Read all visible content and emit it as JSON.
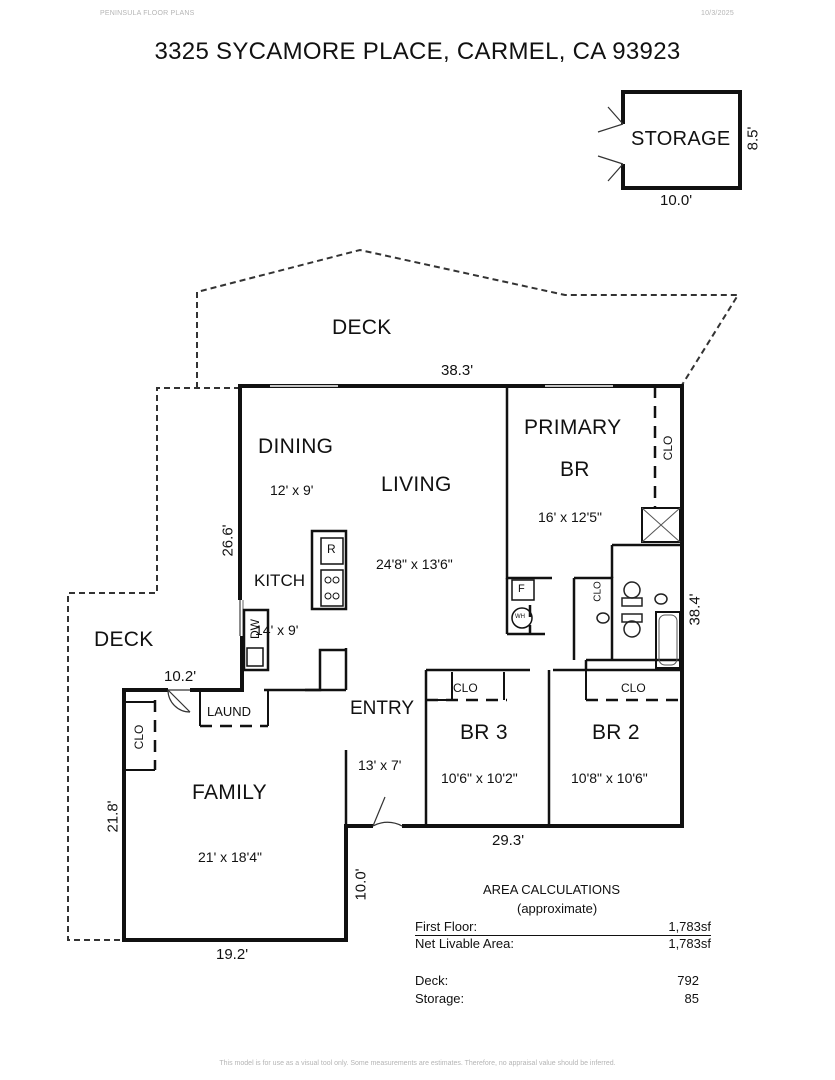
{
  "header": {
    "brand": "PENINSULA FLOOR PLANS",
    "date": "10/3/2025",
    "address": "3325 SYCAMORE PLACE, CARMEL, CA 93923"
  },
  "rooms": {
    "storage": {
      "name": "STORAGE",
      "width": "10.0'",
      "depth": "8.5'"
    },
    "deck_top": "DECK",
    "deck_left": "DECK",
    "dining": {
      "name": "DINING",
      "size": "12' x 9'"
    },
    "living": {
      "name": "LIVING",
      "size": "24'8\" x 13'6\""
    },
    "primary": {
      "name_line1": "PRIMARY",
      "name_line2": "BR",
      "size": "16' x 12'5\""
    },
    "kitchen": {
      "name": "KITCH",
      "size": "14' x 9'"
    },
    "entry": {
      "name": "ENTRY",
      "size": "13' x 7'"
    },
    "br3": {
      "name": "BR 3",
      "size": "10'6\" x 10'2\""
    },
    "br2": {
      "name": "BR 2",
      "size": "10'8\" x 10'6\""
    },
    "family": {
      "name": "FAMILY",
      "size": "21' x 18'4\""
    },
    "laundry": "LAUND"
  },
  "fixtures": {
    "clo": "CLO",
    "dw": "DW",
    "fridge": "R",
    "furnace": "F",
    "water_heater": "WH"
  },
  "dimensions": {
    "top": "38.3'",
    "left_main": "26.6'",
    "right_main": "38.4'",
    "laund_wall": "10.2'",
    "family_side": "21.8'",
    "bottom_right": "29.3'",
    "family_bottom": "19.2'",
    "entry_side": "10.0'"
  },
  "area": {
    "title": "AREA CALCULATIONS",
    "subtitle": "(approximate)",
    "rows": [
      {
        "label": "First  Floor:",
        "value": "1,783sf"
      },
      {
        "label": "Net Livable Area:",
        "value": "1,783sf"
      },
      {
        "label": "Deck:",
        "value": "792"
      },
      {
        "label": "Storage:",
        "value": "85"
      }
    ]
  },
  "footer": "This model is for use as a visual tool only. Some measurements are estimates. Therefore, no appraisal value should be inferred."
}
